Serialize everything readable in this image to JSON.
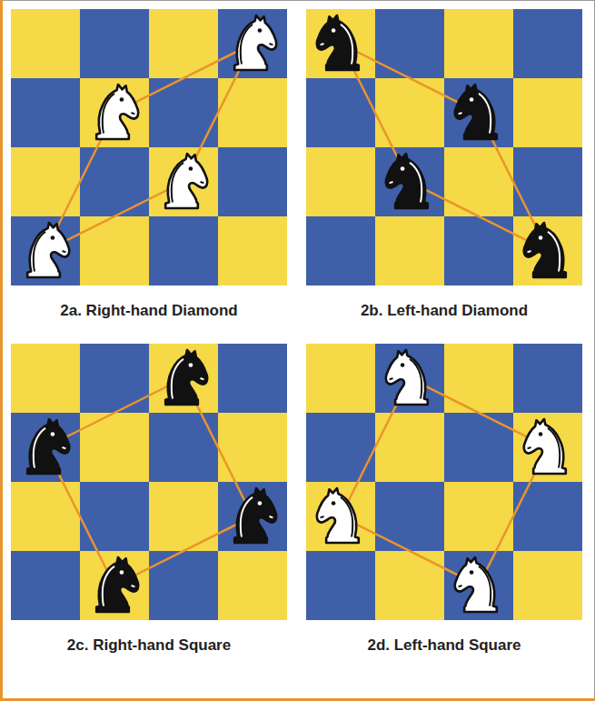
{
  "diagram": {
    "labels": [
      "2a. Right-hand Diamond",
      "2b. Left-hand Diamond",
      "2c. Right-hand Square",
      "2d. Left-hand Square"
    ]
  }
}
